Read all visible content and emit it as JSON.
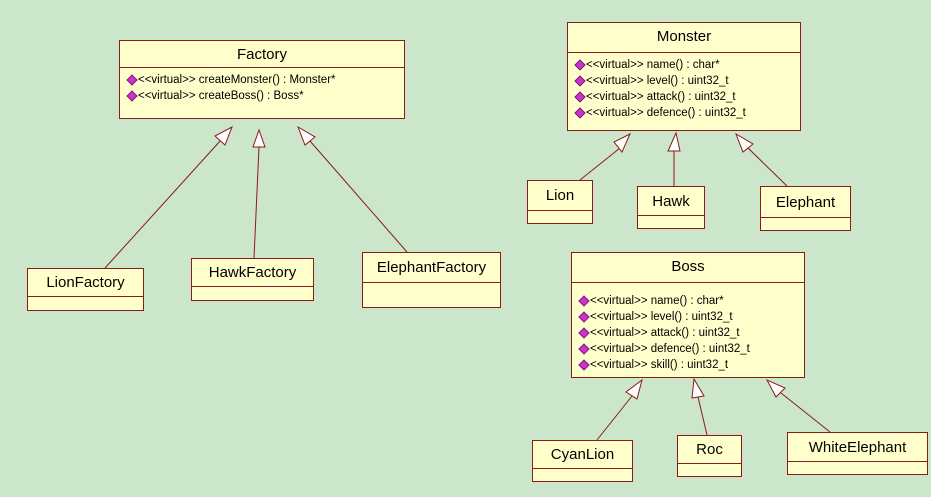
{
  "colors": {
    "background": "#cce6cc",
    "class_fill": "#ffffcc",
    "border": "#8b1a1a",
    "operation_icon": "#cc33cc"
  },
  "classes": {
    "factory": {
      "name": "Factory",
      "operations": [
        "<<virtual>> createMonster() : Monster*",
        "<<virtual>> createBoss() : Boss*"
      ]
    },
    "lion_factory": {
      "name": "LionFactory"
    },
    "hawk_factory": {
      "name": "HawkFactory"
    },
    "elephant_factory": {
      "name": "ElephantFactory"
    },
    "monster": {
      "name": "Monster",
      "operations": [
        "<<virtual>> name() : char*",
        "<<virtual>> level() : uint32_t",
        "<<virtual>> attack() : uint32_t",
        "<<virtual>> defence() : uint32_t"
      ]
    },
    "lion": {
      "name": "Lion"
    },
    "hawk": {
      "name": "Hawk"
    },
    "elephant": {
      "name": "Elephant"
    },
    "boss": {
      "name": "Boss",
      "operations": [
        "<<virtual>> name() : char*",
        "<<virtual>> level() : uint32_t",
        "<<virtual>> attack() : uint32_t",
        "<<virtual>> defence() : uint32_t",
        "<<virtual>> skill() : uint32_t"
      ]
    },
    "cyan_lion": {
      "name": "CyanLion"
    },
    "roc": {
      "name": "Roc"
    },
    "white_elephant": {
      "name": "WhiteElephant"
    }
  },
  "icons": {
    "operation": "public-operation-icon",
    "inheritance": "hollow-triangle-arrow"
  }
}
